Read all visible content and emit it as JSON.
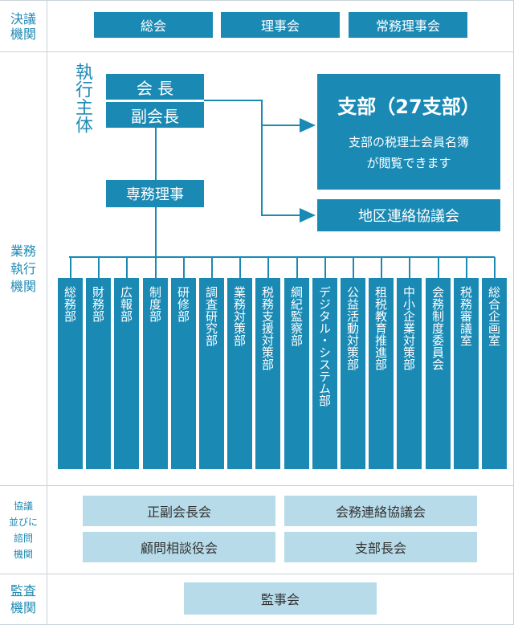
{
  "side_labels": {
    "decision": "決議\n機関",
    "execution": "業務\n執行\n機関",
    "consultation": "協議\n並びに\n諮問\n機関",
    "audit": "監査\n機関"
  },
  "decision_boxes": [
    "総会",
    "理事会",
    "常務理事会"
  ],
  "exec_subject": "執行主体",
  "chair": "会 長",
  "vice_chair": "副会長",
  "managing_director": "専務理事",
  "branch": {
    "title": "支部（27支部）",
    "desc_line1": "支部の税理士会員名簿",
    "desc_line2": "が閲覧できます"
  },
  "district_council": "地区連絡協議会",
  "departments": [
    "総務部",
    "財務部",
    "広報部",
    "制度部",
    "研修部",
    "調査研究部",
    "業務対策部",
    "税務支援対策部",
    "綱紀監察部",
    "デジタル・システム部",
    "公益活動対策部",
    "租税教育推進部",
    "中小企業対策部",
    "会務制度委員会",
    "税務審議室",
    "総合企画室"
  ],
  "consult_boxes": [
    "正副会長会",
    "会務連絡協議会",
    "顧問相談役会",
    "支部長会"
  ],
  "audit_box": "監事会",
  "colors": {
    "primary": "#1a8ab5",
    "light": "#b7dbe9",
    "border": "#c8d2d7"
  }
}
